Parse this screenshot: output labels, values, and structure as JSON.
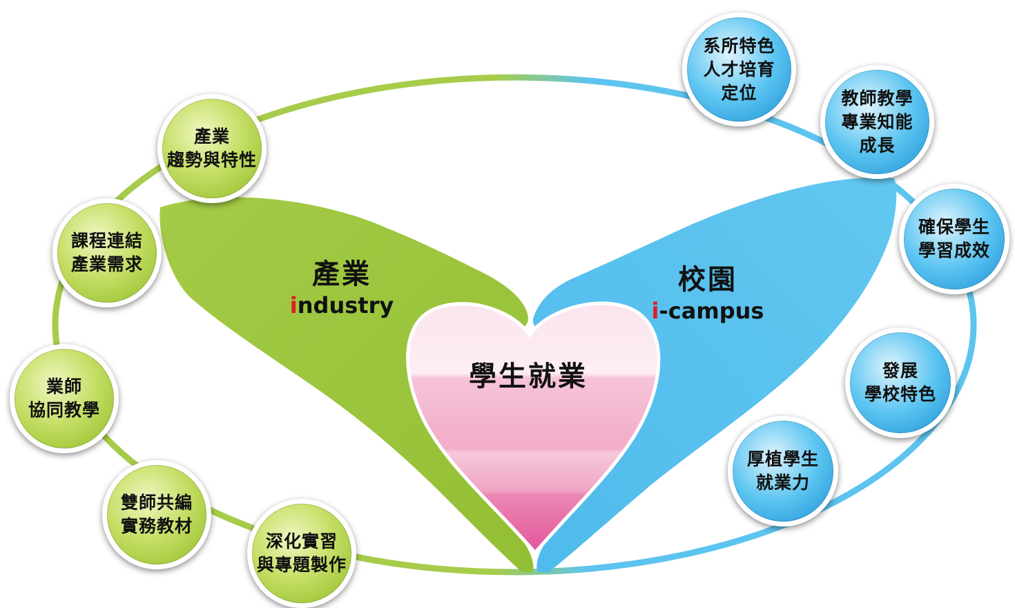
{
  "center": {
    "label": "學生就業"
  },
  "industry": {
    "title": "產業",
    "subtitle_first": "i",
    "subtitle_rest": "ndustry"
  },
  "campus": {
    "title": "校園",
    "subtitle_first": "i",
    "subtitle_rest": "-campus"
  },
  "industry_nodes": [
    {
      "lines": [
        "產業",
        "趨勢與特性"
      ]
    },
    {
      "lines": [
        "課程連結",
        "產業需求"
      ]
    },
    {
      "lines": [
        "業師",
        "協同教學"
      ]
    },
    {
      "lines": [
        "雙師共編",
        "實務教材"
      ]
    },
    {
      "lines": [
        "深化實習",
        "與專題製作"
      ]
    }
  ],
  "campus_nodes": [
    {
      "lines": [
        "系所特色",
        "人才培育",
        "定位"
      ]
    },
    {
      "lines": [
        "教師教學",
        "專業知能",
        "成長"
      ]
    },
    {
      "lines": [
        "確保學生",
        "學習成效"
      ]
    },
    {
      "lines": [
        "發展",
        "學校特色"
      ]
    },
    {
      "lines": [
        "厚植學生",
        "就業力"
      ]
    }
  ],
  "colors": {
    "industry_green": "#9dc63c",
    "campus_blue": "#59c3ef",
    "ring_green": "#a6cc4a",
    "ring_blue": "#5cc4ef",
    "heart_pink": "#e97ab0",
    "accent_red": "#e01d25"
  }
}
